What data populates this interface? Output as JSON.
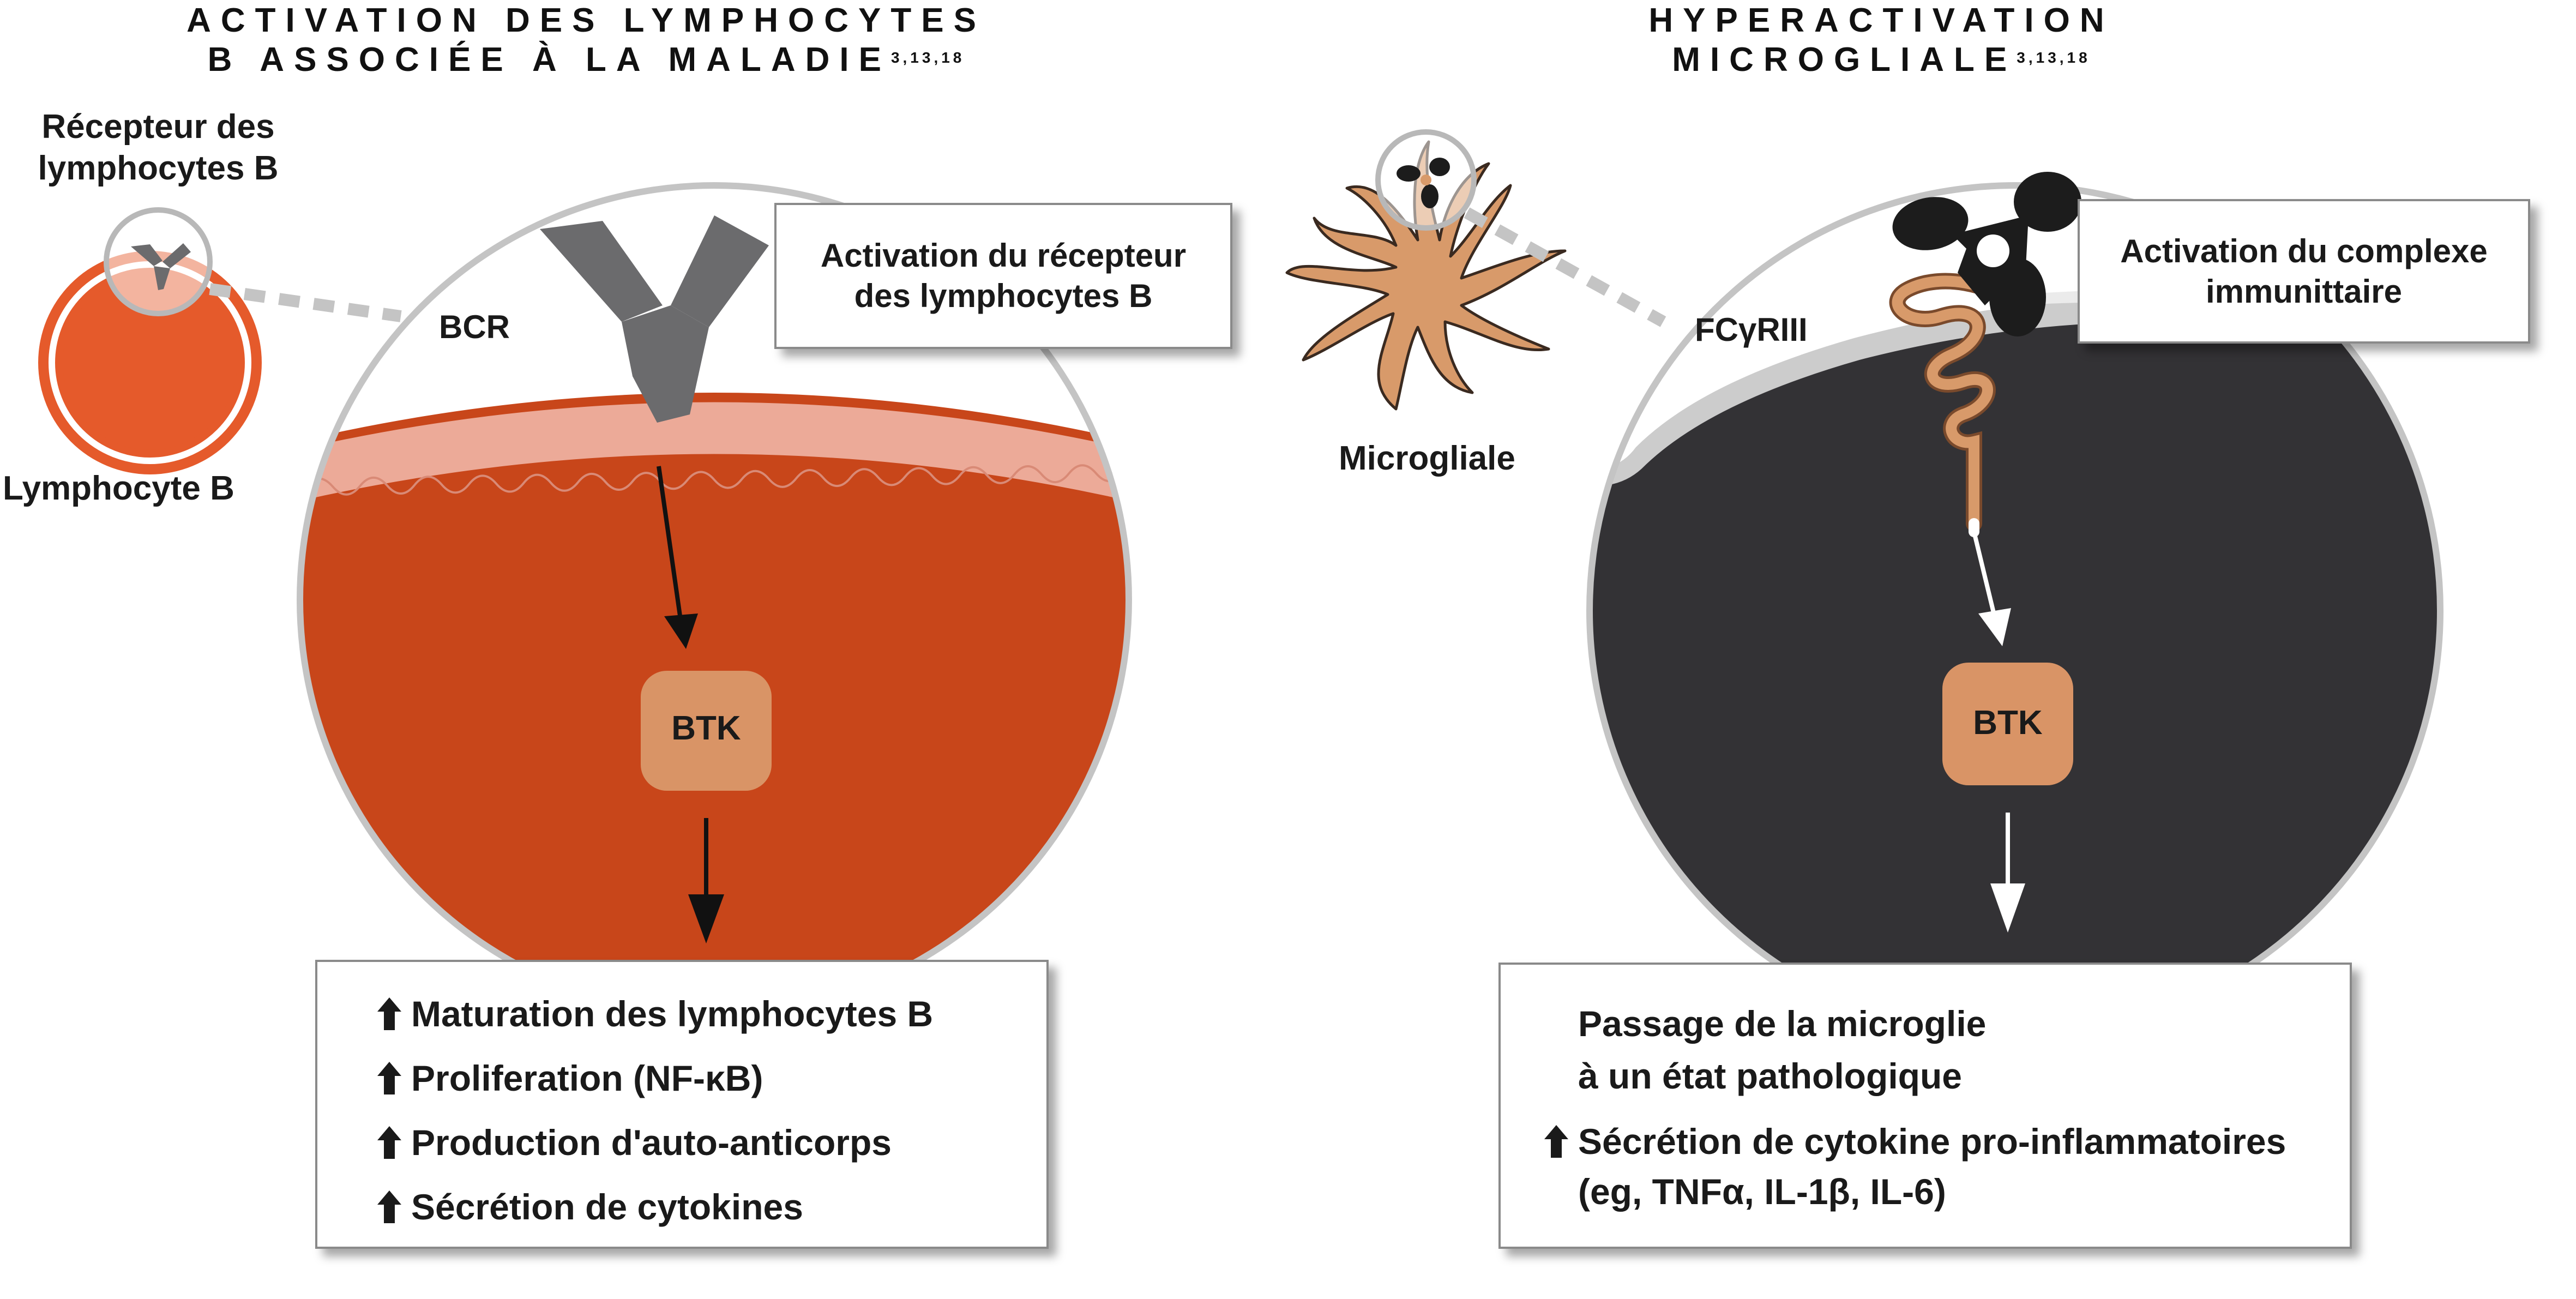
{
  "left_panel": {
    "title_line1": "ACTIVATION DES LYMPHOCYTES",
    "title_line2": "B ASSOCIÉE À LA MALADIE",
    "title_refs": "3,13,18",
    "cell_receptor_label_line1": "Récepteur des",
    "cell_receptor_label_line2": "lymphocytes B",
    "cell_label": "Lymphocyte B",
    "receptor_label": "BCR",
    "callout_line1": "Activation du récepteur",
    "callout_line2": "des lymphocytes B",
    "kinase_label": "BTK",
    "outcomes": [
      "Maturation des lymphocytes B",
      "Proliferation (NF-κB)",
      "Production d'auto-anticorps",
      "Sécrétion de cytokines"
    ]
  },
  "right_panel": {
    "title_line1": "HYPERACTIVATION",
    "title_line2": "MICROGLIALE",
    "title_refs": "3,13,18",
    "cell_label": "Microgliale",
    "receptor_label": "FCγRIII",
    "callout_line1": "Activation du complexe",
    "callout_line2": "immunittaire",
    "kinase_label": "BTK",
    "outcome_intro_line1": "Passage de la microglie",
    "outcome_intro_line2": "à un état pathologique",
    "outcome_item": "Sécrétion de cytokine pro-inflammatoires",
    "outcome_item_detail": "(eg, TNFα, IL-1β, IL-6)"
  },
  "colors": {
    "lymphocyte_orange": "#c8461a",
    "lymphocyte_light": "#e55a2b",
    "membrane_pink": "#ecaa98",
    "btk_tan": "#d99466",
    "microglia_dark": "#333235",
    "microglia_tan": "#d89a6a",
    "antibody_grey": "#6b6b6d",
    "immune_complex": "#1c1c1c",
    "circle_outline": "#c4c4c4",
    "text": "#1a1a1a"
  }
}
